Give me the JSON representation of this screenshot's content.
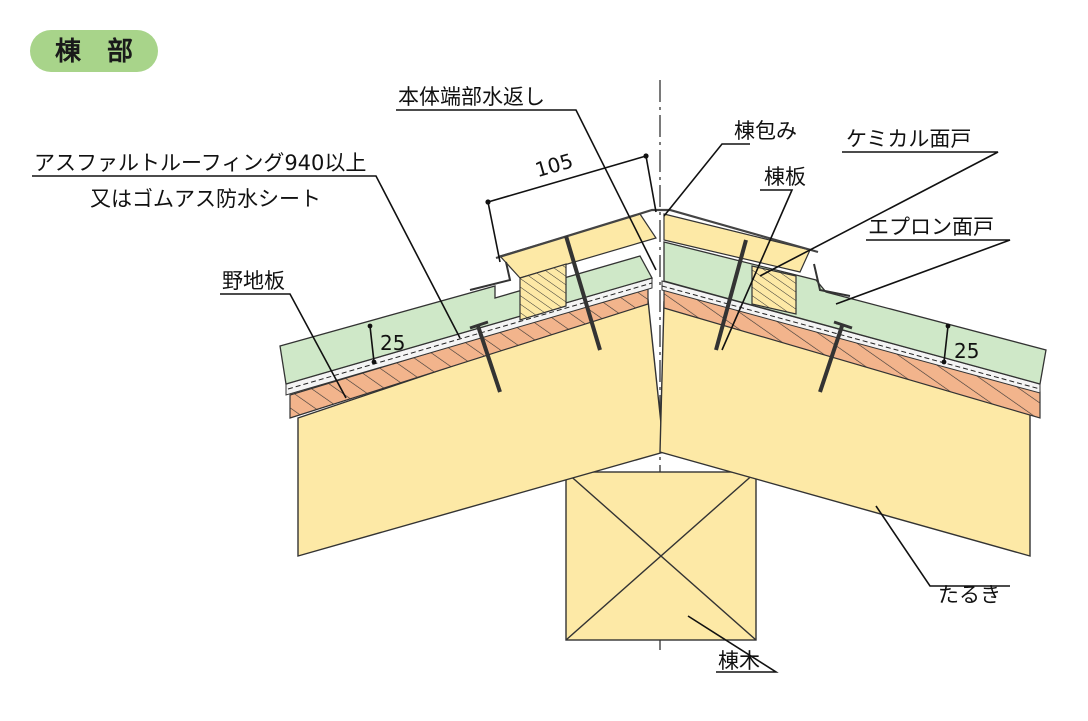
{
  "section_title": "棟　部",
  "labels": {
    "honntai": "本体端部水返し",
    "asphalt_1": "アスファルトルーフィング940以上",
    "asphalt_2": "又はゴムアス防水シート",
    "noji": "野地板",
    "munetsutsumi": "棟包み",
    "muneita": "棟板",
    "chemical": "ケミカル面戸",
    "apron": "エプロン面戸",
    "taruki": "たるき",
    "munagi": "棟木"
  },
  "dimensions": {
    "width": "105",
    "thickness_left": "25",
    "thickness_right": "25"
  },
  "colors": {
    "badge": "#a8d48a",
    "timber": "#fde9a6",
    "panel": "#cfe8c8",
    "plywood": "#f2b48c",
    "roofing": "#f4f4f4",
    "line": "#222222"
  }
}
